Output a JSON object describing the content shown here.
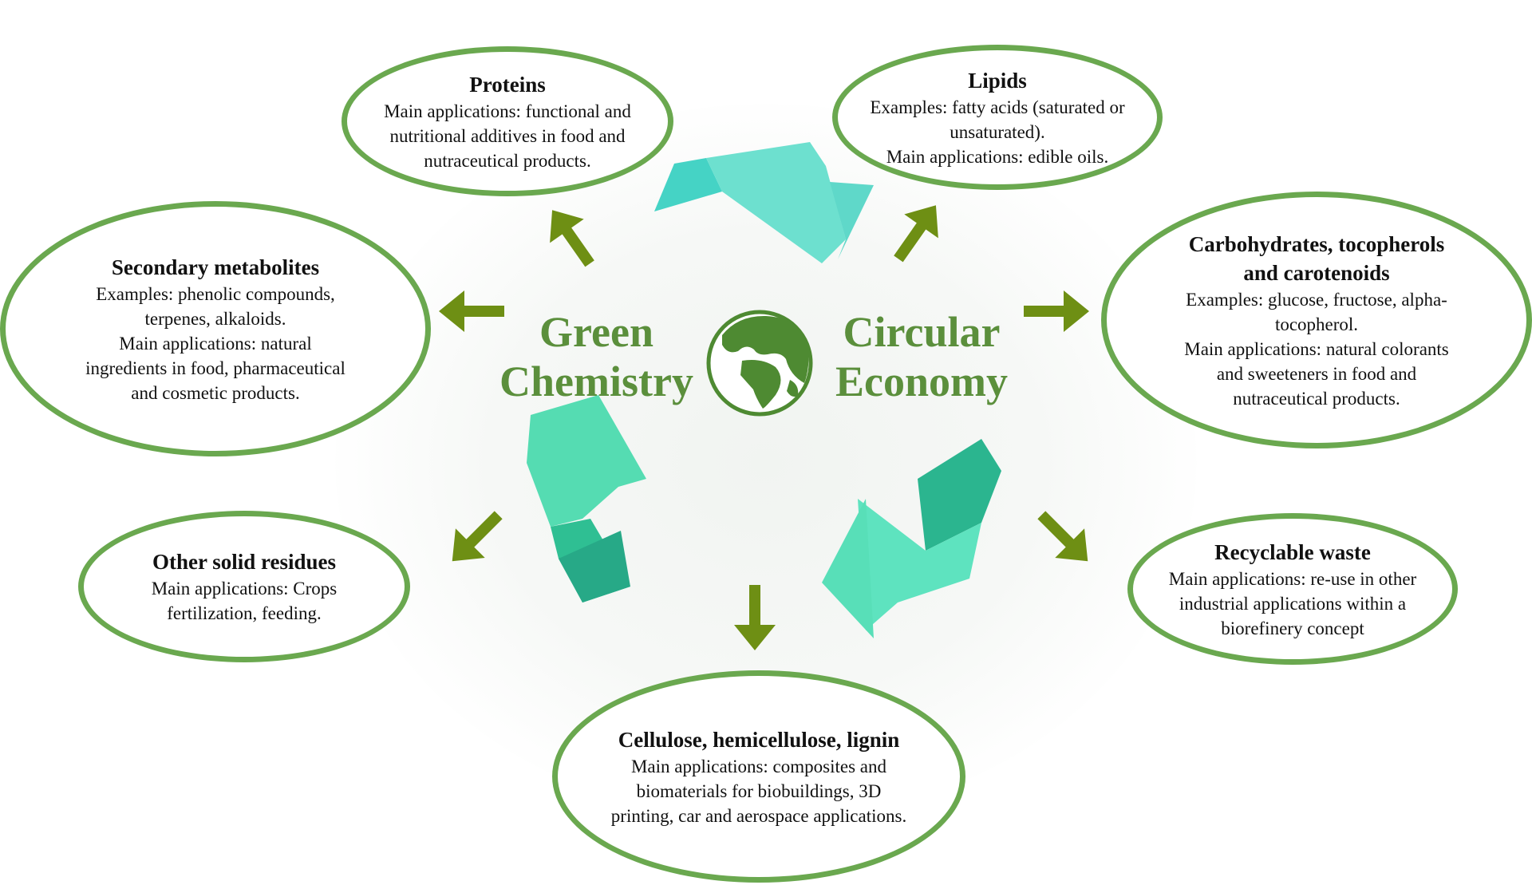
{
  "center": {
    "left_words": [
      "Green",
      "Chemistry"
    ],
    "right_words": [
      "Circular",
      "Economy"
    ],
    "icon": "globe-icon"
  },
  "nodes": {
    "proteins": {
      "title": "Proteins",
      "lines": [
        "Main applications: functional and",
        "nutritional additives in food and",
        "nutraceutical products."
      ]
    },
    "lipids": {
      "title": "Lipids",
      "lines": [
        "Examples: fatty acids (saturated or",
        "unsaturated).",
        "Main applications: edible oils."
      ]
    },
    "secondary": {
      "title": "Secondary metabolites",
      "lines": [
        "Examples: phenolic compounds,",
        "terpenes, alkaloids.",
        "Main applications: natural",
        "ingredients in food, pharmaceutical",
        "and cosmetic products."
      ]
    },
    "carbs": {
      "title_lines": [
        "Carbohydrates, tocopherols",
        "and carotenoids"
      ],
      "lines": [
        "Examples: glucose, fructose, alpha-",
        "tocopherol.",
        "Main applications: natural colorants",
        "and sweeteners in food and",
        "nutraceutical products."
      ]
    },
    "other": {
      "title": "Other solid residues",
      "lines": [
        "Main applications: Crops",
        "fertilization, feeding."
      ]
    },
    "recyclable": {
      "title": "Recyclable waste",
      "lines": [
        "Main applications: re-use in other",
        "industrial applications within a",
        "biorefinery concept"
      ]
    },
    "cellulose": {
      "title": "Cellulose, hemicellulose, lignin",
      "lines": [
        "Main applications: composites and",
        "biomaterials for biobuildings, 3D",
        "printing, car and aerospace applications."
      ]
    }
  },
  "colors": {
    "ellipse_border": "#6aa84f",
    "arrow": "#6e8f14",
    "hero_text": "#5b8f3c",
    "recycle_light": "#5fe0c4",
    "recycle_dark": "#2bb58f"
  },
  "icons": [
    "recycle-arrow-icon",
    "direction-arrow-icon",
    "globe-icon"
  ]
}
